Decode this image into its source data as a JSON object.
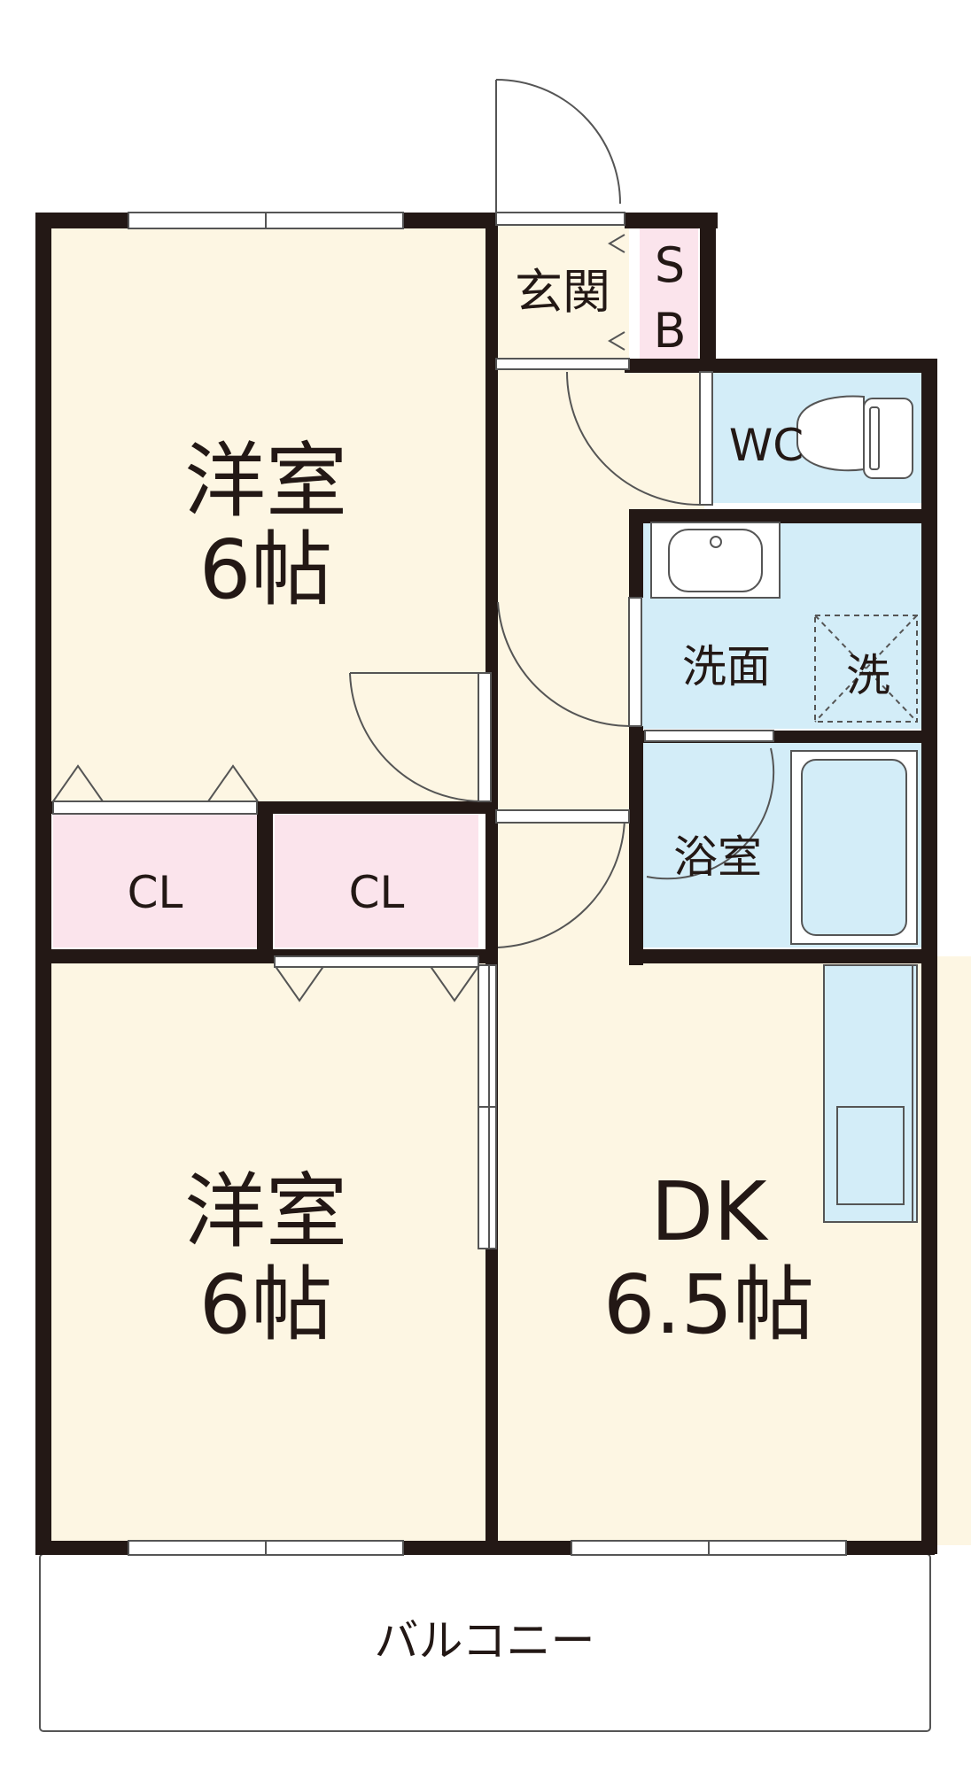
{
  "rooms": {
    "western_top": {
      "name": "洋室",
      "size": "6帖"
    },
    "western_bottom": {
      "name": "洋室",
      "size": "6帖"
    },
    "dk": {
      "name": "DK",
      "size": "6.5帖"
    },
    "entrance": "玄関",
    "shoe_box_s": "S",
    "shoe_box_b": "B",
    "wc": "WC",
    "washroom": "洗面",
    "washer": "洗",
    "bath": "浴室",
    "closet_left": "CL",
    "closet_right": "CL",
    "balcony": "バルコニー"
  },
  "colors": {
    "room_fill": "#fdf6e3",
    "closet_fill": "#fbe4ec",
    "water_fill": "#d3edf8",
    "wall": "#231815",
    "line": "#555555"
  }
}
